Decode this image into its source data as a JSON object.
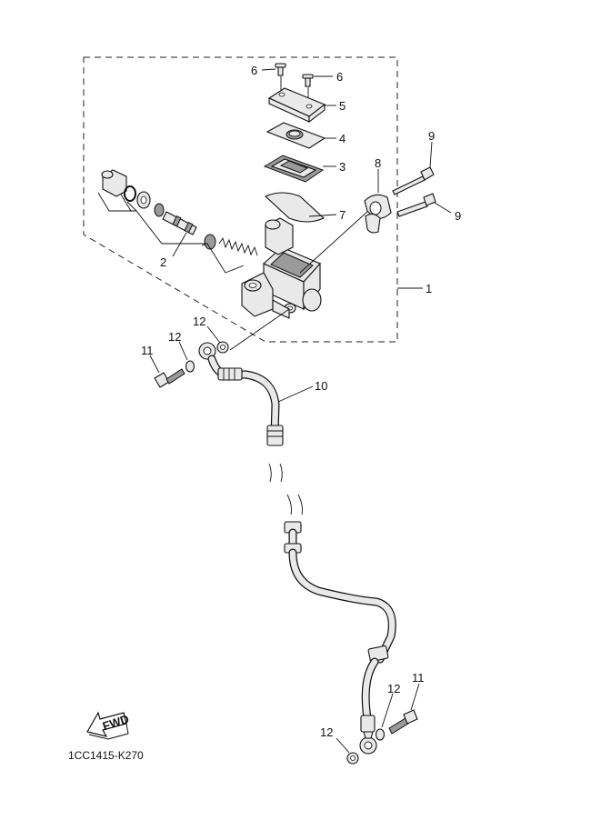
{
  "callouts": {
    "c1": "1",
    "c2": "2",
    "c3": "3",
    "c4": "4",
    "c5": "5",
    "c6a": "6",
    "c6b": "6",
    "c7": "7",
    "c8": "8",
    "c9a": "9",
    "c9b": "9",
    "c10": "10",
    "c11a": "11",
    "c11b": "11",
    "c12a": "12",
    "c12b": "12",
    "c12c": "12",
    "c12d": "12"
  },
  "fwd_label": "FWD",
  "diagram_code": "1CC1415-K270"
}
